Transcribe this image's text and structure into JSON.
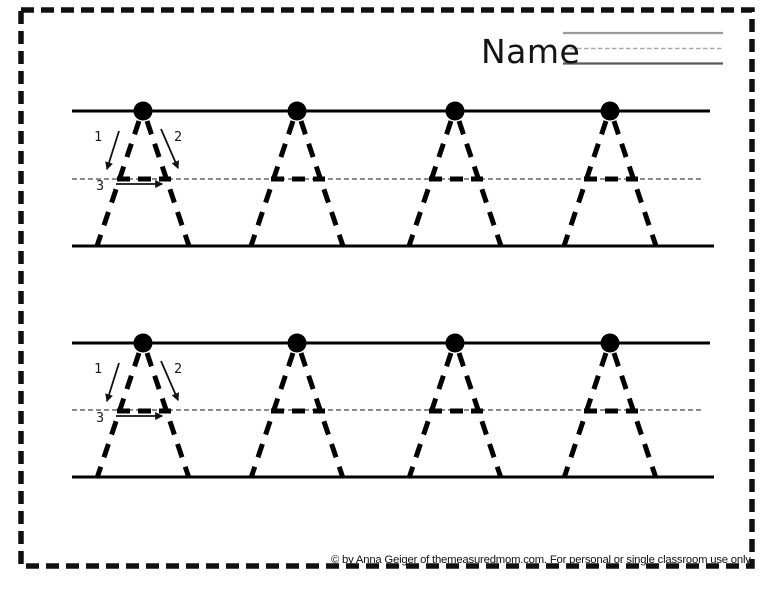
{
  "page": {
    "background": "#ffffff",
    "border_color": "#101010",
    "line_black": "#000000",
    "guide_gray": "#666666",
    "name_line_gray": "#9a9a9a"
  },
  "header": {
    "name_label": "Name"
  },
  "worksheet": {
    "traced_letter": "A",
    "rows_count": 2,
    "letters_per_row": 4,
    "stroke_labels": [
      "1",
      "2",
      "3"
    ]
  },
  "footer": {
    "copyright": "© by Anna Geiger of themeasuredmom.com.  For personal or single classroom use only."
  }
}
